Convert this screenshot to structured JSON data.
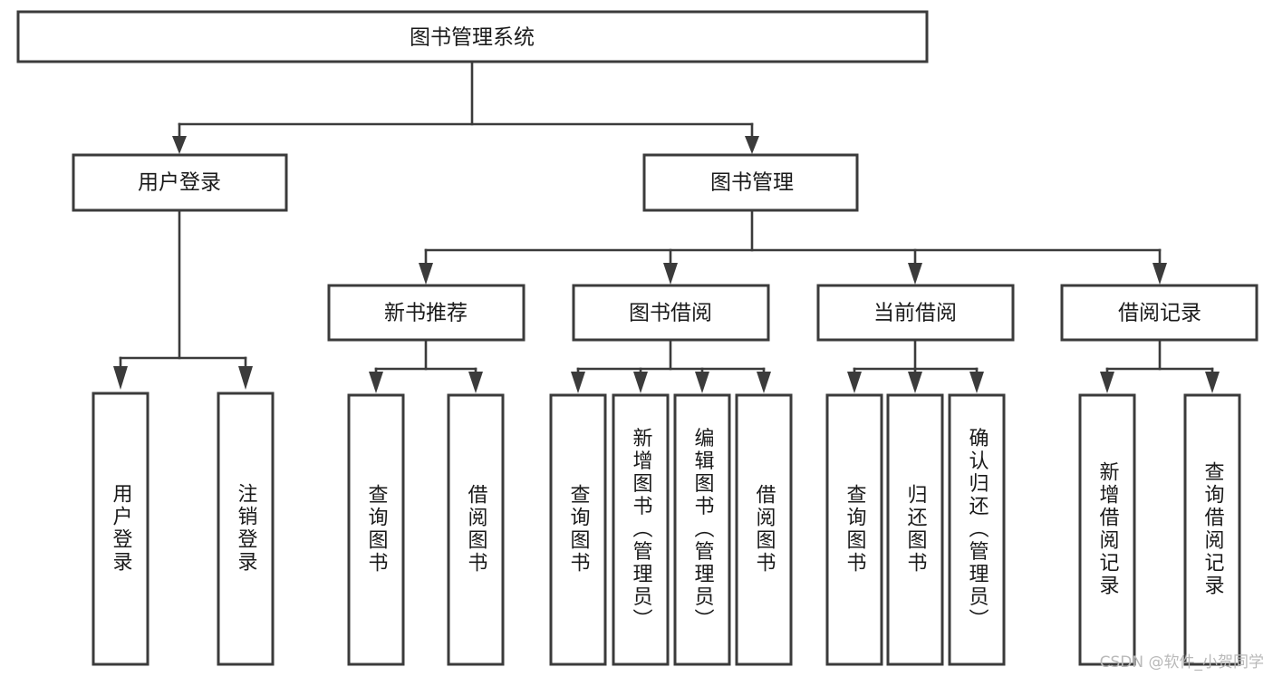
{
  "diagram": {
    "kind": "tree-hierarchy-chart",
    "title": "图书管理系统",
    "line_color": "#3b3b3b",
    "box_fill": "#ffffff",
    "text_color": "#1a1a1a",
    "levels": [
      {
        "level": 1,
        "nodes": [
          {
            "id": "root",
            "label": "图书管理系统"
          }
        ]
      },
      {
        "level": 2,
        "nodes": [
          {
            "id": "login",
            "label": "用户登录",
            "parent": "root"
          },
          {
            "id": "bookmgmt",
            "label": "图书管理",
            "parent": "root"
          }
        ]
      },
      {
        "level": 3,
        "nodes": [
          {
            "id": "newbook",
            "label": "新书推荐",
            "parent": "bookmgmt"
          },
          {
            "id": "borrow",
            "label": "图书借阅",
            "parent": "bookmgmt"
          },
          {
            "id": "current",
            "label": "当前借阅",
            "parent": "bookmgmt"
          },
          {
            "id": "record",
            "label": "借阅记录",
            "parent": "bookmgmt"
          }
        ]
      },
      {
        "level": 4,
        "nodes": [
          {
            "id": "leaf1",
            "label": "用户登录",
            "parent": "login"
          },
          {
            "id": "leaf2",
            "label": "注销登录",
            "parent": "login"
          },
          {
            "id": "leaf3",
            "label": "查询图书",
            "parent": "newbook"
          },
          {
            "id": "leaf4",
            "label": "借阅图书",
            "parent": "newbook"
          },
          {
            "id": "leaf5",
            "label": "查询图书",
            "parent": "borrow"
          },
          {
            "id": "leaf6",
            "label": "新增图书（管理员）",
            "parent": "borrow"
          },
          {
            "id": "leaf7",
            "label": "编辑图书（管理员）",
            "parent": "borrow"
          },
          {
            "id": "leaf8",
            "label": "借阅图书",
            "parent": "borrow"
          },
          {
            "id": "leaf9",
            "label": "查询图书",
            "parent": "current"
          },
          {
            "id": "leaf10",
            "label": "归还图书",
            "parent": "current"
          },
          {
            "id": "leaf11",
            "label": "确认归还（管理员）",
            "parent": "current"
          },
          {
            "id": "leaf12",
            "label": "新增借阅记录",
            "parent": "record"
          },
          {
            "id": "leaf13",
            "label": "查询借阅记录",
            "parent": "record"
          }
        ]
      }
    ]
  },
  "watermark": {
    "text": "CSDN @软件_小贺同学"
  }
}
